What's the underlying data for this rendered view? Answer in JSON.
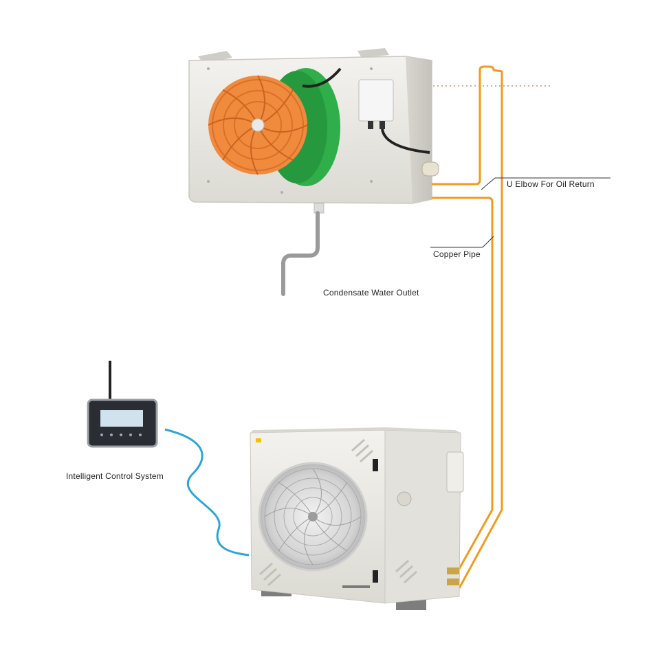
{
  "labels": {
    "u_elbow": "U Elbow For Oil Return",
    "copper_pipe": "Copper Pipe",
    "condensate": "Condensate Water Outlet",
    "control": "Intelligent Control System"
  },
  "colors": {
    "pipe": "#f29a1e",
    "fan_orange": "#f08a3c",
    "fan_green": "#2fae4a",
    "cable_blue": "#2aa6d8",
    "casing": "#ecebe6",
    "drain": "#9a9a9a"
  },
  "icons": [
    "wifi-antenna-icon",
    "fan-icon",
    "junction-box-icon"
  ]
}
